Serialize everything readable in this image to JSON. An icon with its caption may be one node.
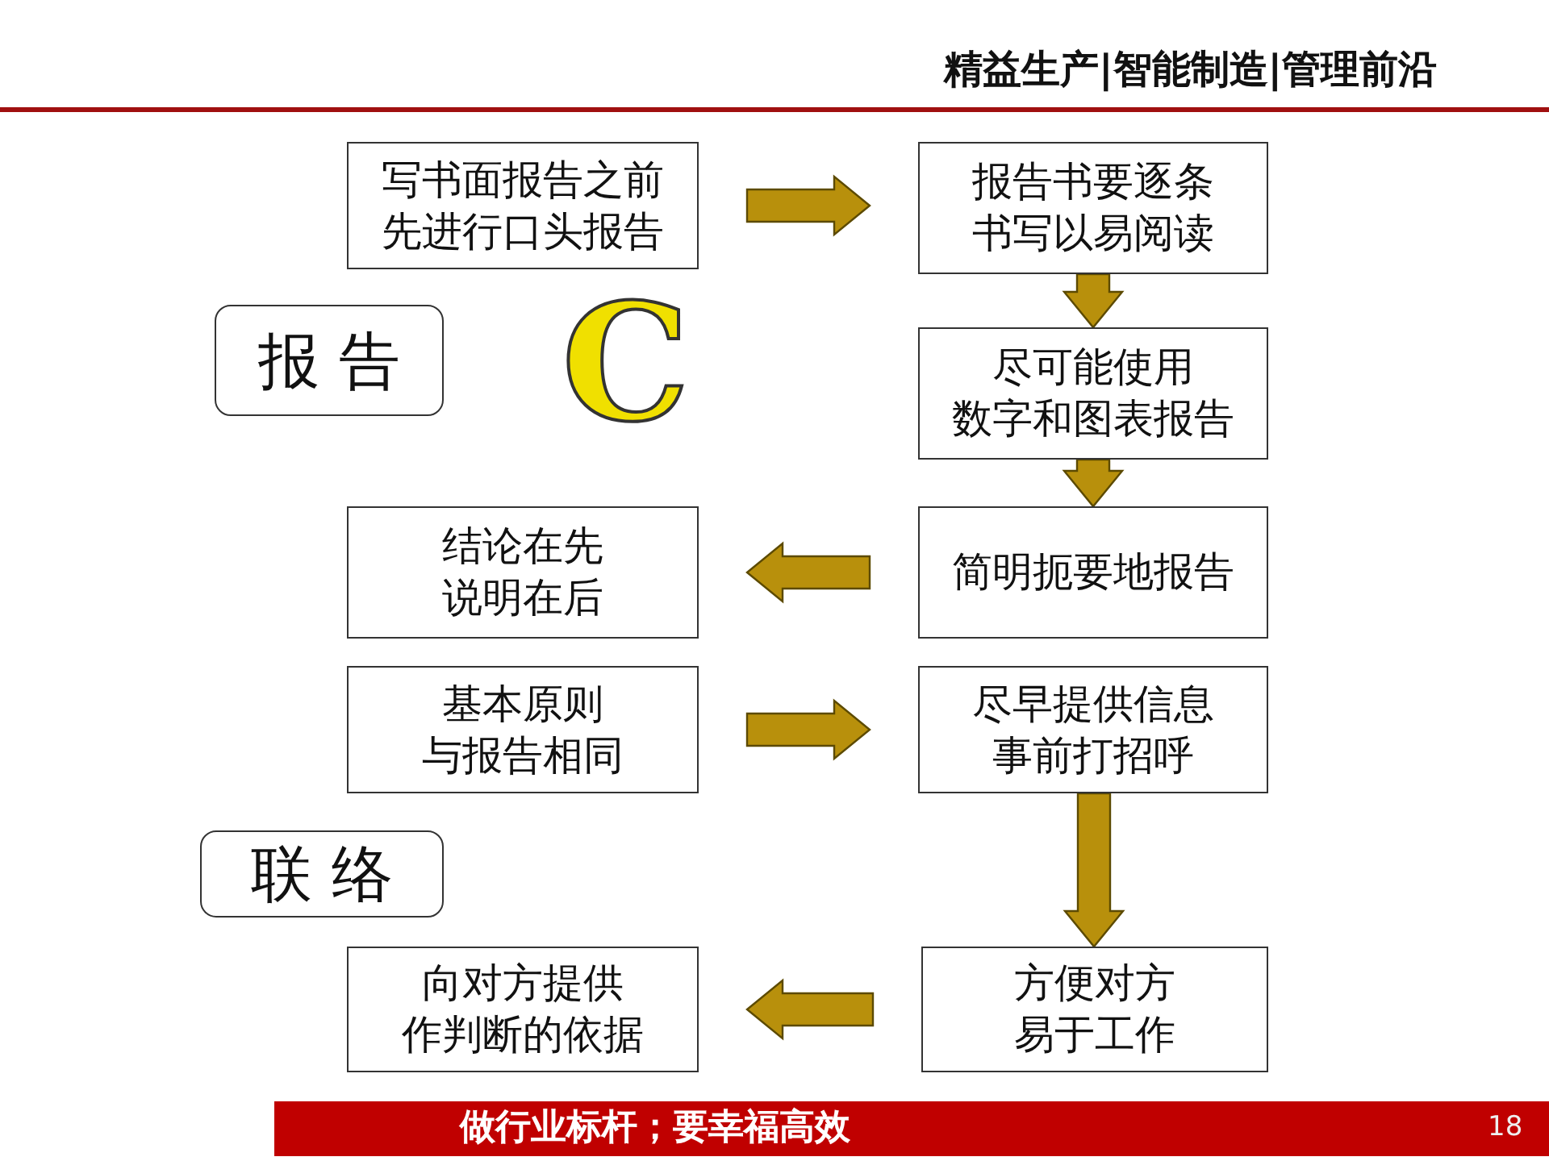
{
  "diagram": {
    "nodes": [
      {
        "text": [
          "写书面报告之前先进行口头报告"
        ]
      },
      {
        "text": [
          "报告书要逐条书写以易阅读"
        ]
      },
      {
        "text": [
          "尽可能使用数字和图表报告"
        ]
      },
      {
        "text": [
          "简明扼要地报告"
        ]
      },
      {
        "text": [
          "结论在先说明在后"
        ]
      },
      {
        "text": [
          "基本原则与报告相同"
        ]
      },
      {
        "text": [
          "尽早提供信息事前打招呼"
        ]
      },
      {
        "text": [
          "方便对方易于工作"
        ]
      },
      {
        "text": [
          "向对方提供作判断的依据"
        ]
      },
      {
        "text": [
          "报 告"
        ]
      },
      {
        "text": [
          "联 络"
        ]
      }
    ],
    "edges": [
      {
        "from": 0,
        "to": 1,
        "arrow": "to"
      },
      {
        "from": 1,
        "to": 2,
        "arrow": "to"
      },
      {
        "from": 2,
        "to": 3,
        "arrow": "to"
      },
      {
        "from": 3,
        "to": 4,
        "arrow": "to"
      },
      {
        "from": 5,
        "to": 6,
        "arrow": "to"
      },
      {
        "from": 6,
        "to": 7,
        "arrow": "to"
      },
      {
        "from": 7,
        "to": 8,
        "arrow": "to"
      }
    ],
    "labels": [
      "精益生产|智能制造|管理前沿",
      "C",
      "做行业标杆；要幸福高效",
      "18"
    ]
  }
}
